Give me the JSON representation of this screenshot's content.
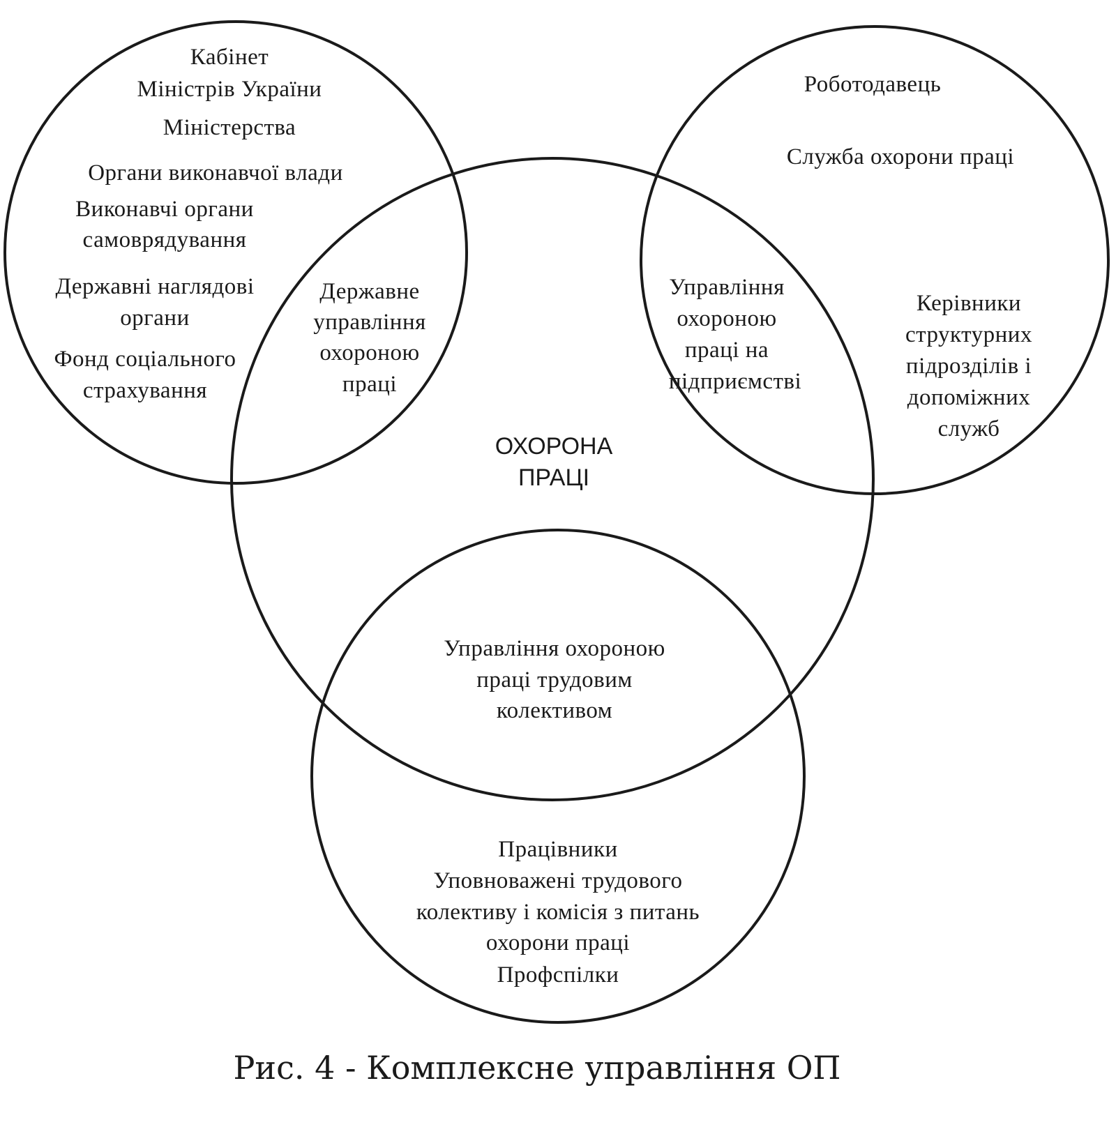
{
  "diagram": {
    "circles": {
      "government": "Кабінет Міністрів України; Міністерства; Органи виконавчої влади; Виконавчі органи самоврядування; Державні наглядові органи; Фонд соціального страхування",
      "employer": "Роботодавець; Служба охорони праці; Керівники структурних підрозділів і допоміжних служб",
      "workers": "Працівники; Уповноважені трудового колективу і комісія з питань охорони праці; Профспілки"
    },
    "center": [
      "ОХОРОНА",
      "ПРАЦІ"
    ],
    "gov_lines": [
      "Кабінет",
      "Міністрів  України",
      "Міністерства",
      "Органи виконавчої влади",
      "Виконавчі  органи",
      "самоврядування",
      "Державні  наглядові",
      "органи",
      "Фонд  соціального",
      "страхування"
    ],
    "state_mgmt": [
      "Державне",
      "управління",
      "охороною",
      "праці"
    ],
    "employer_lines": [
      "Роботодавець",
      "Служба  охорони  праці"
    ],
    "enterprise_mgmt": [
      "Управління",
      "охороною",
      "праці на",
      "підприємстві"
    ],
    "managers": [
      "Керівники",
      "структурних",
      "підрозділів  і",
      "допоміжних",
      "служб"
    ],
    "collective_mgmt": [
      "Управління  охороною",
      "праці  трудовим",
      "колективом"
    ],
    "workers_lines": [
      "Працівники",
      "Уповноважені  трудового",
      "колективу і комісія з питань",
      "охорони  праці",
      "Профспілки"
    ]
  },
  "caption": "Рис. 4 - Комплексне управління ОП"
}
